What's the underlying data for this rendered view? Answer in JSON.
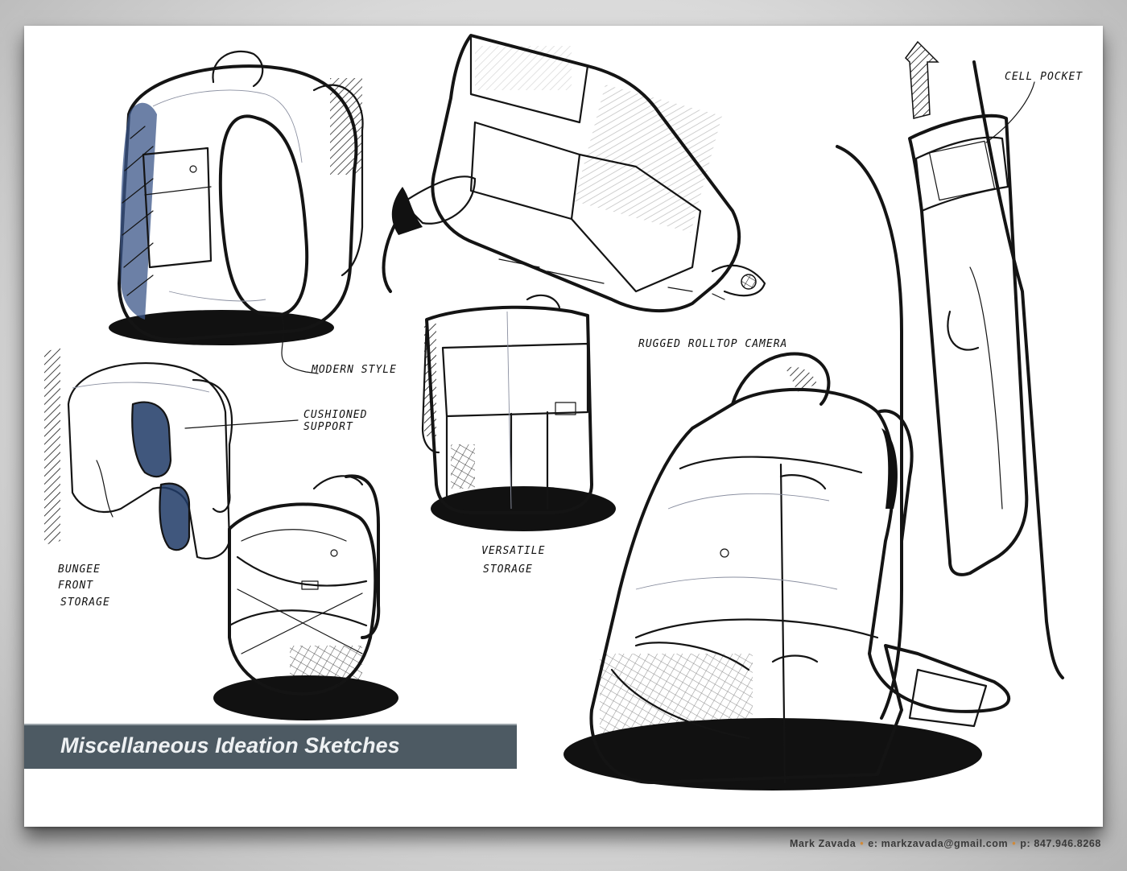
{
  "title": "Miscellaneous Ideation Sketches",
  "annotations": {
    "modern_style": "Modern Style",
    "rugged_rolltop": "Rugged Rolltop Camera",
    "cushioned_support_1": "Cushioned",
    "cushioned_support_2": "Support",
    "bungee_1": "Bungee",
    "bungee_2": "Front",
    "bungee_3": "Storage",
    "versatile_1": "Versatile",
    "versatile_2": "Storage",
    "cell_pocket": "Cell Pocket"
  },
  "footer": {
    "name": "Mark Zavada",
    "email": "e: markzavada@gmail.com",
    "phone": "p: 847.946.8268"
  },
  "colors": {
    "banner": "#4d5a63",
    "marker_blue": "#2f4a7a",
    "ink": "#141414"
  }
}
